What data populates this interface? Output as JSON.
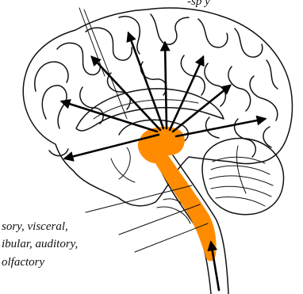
{
  "labels": {
    "top_partial": "-sp y",
    "line1": "sory, visceral,",
    "line2": "ibular, auditory,",
    "line3": "olfactory"
  },
  "colors": {
    "pathway": "#FF8C00",
    "outline": "#111111",
    "background": "#FFFFFF"
  }
}
